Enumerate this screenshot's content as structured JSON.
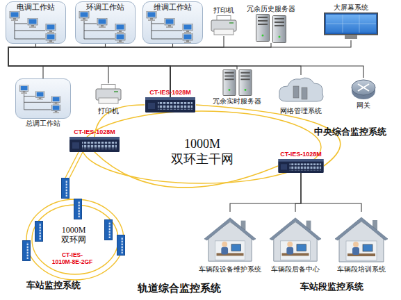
{
  "diagram": {
    "nodes": [
      {
        "text": [
          "电调工作站"
        ]
      },
      {
        "text": [
          "环调工作站"
        ]
      },
      {
        "text": [
          "维调工作站"
        ]
      },
      {
        "text": [
          "打印机"
        ]
      },
      {
        "text": [
          "冗余历史服务器"
        ]
      },
      {
        "text": [
          "大屏幕系统"
        ]
      },
      {
        "text": [
          "总调工作站"
        ]
      },
      {
        "text": [
          "打印机"
        ]
      },
      {
        "text": [
          "CT-IES-1028M"
        ]
      },
      {
        "text": [
          "冗余实时服务器"
        ]
      },
      {
        "text": [
          "网络管理系统"
        ]
      },
      {
        "text": [
          "网关"
        ]
      },
      {
        "text": [
          "CT-IES-1028M"
        ]
      },
      {
        "text": [
          "CT-IES-1028M"
        ]
      },
      {
        "text": [
          "车辆段设备维护系统"
        ]
      },
      {
        "text": [
          "车辆段后备中心"
        ]
      },
      {
        "text": [
          "车辆段培训系统"
        ]
      }
    ],
    "edges": [
      {
        "from": 0,
        "to": 8,
        "arrow": "none"
      },
      {
        "from": 1,
        "to": 8,
        "arrow": "none"
      },
      {
        "from": 2,
        "to": 8,
        "arrow": "none"
      },
      {
        "from": 3,
        "to": 8,
        "arrow": "none"
      },
      {
        "from": 4,
        "to": 8,
        "arrow": "none"
      },
      {
        "from": 5,
        "to": 8,
        "arrow": "none"
      },
      {
        "from": 6,
        "to": 8,
        "arrow": "none"
      },
      {
        "from": 7,
        "to": 8,
        "arrow": "none"
      },
      {
        "from": 9,
        "to": 8,
        "arrow": "none"
      },
      {
        "from": 10,
        "to": 8,
        "arrow": "none"
      },
      {
        "from": 11,
        "to": 8,
        "arrow": "none"
      },
      {
        "from": 8,
        "to": 12,
        "arrow": "none"
      },
      {
        "from": 12,
        "to": 13,
        "arrow": "none"
      },
      {
        "from": 13,
        "to": 8,
        "arrow": "none"
      },
      {
        "from": 14,
        "to": 13,
        "arrow": "none"
      },
      {
        "from": 15,
        "to": 13,
        "arrow": "none"
      },
      {
        "from": 16,
        "to": 13,
        "arrow": "none"
      }
    ],
    "labels": [
      "中央综合监控系统",
      "1000M 双环主干网",
      "1000M 双环网",
      "CT-IES- 1010M-8E-2GF",
      "车站监控系统",
      "轨道综合监控系统",
      "车站段监控系统"
    ]
  }
}
